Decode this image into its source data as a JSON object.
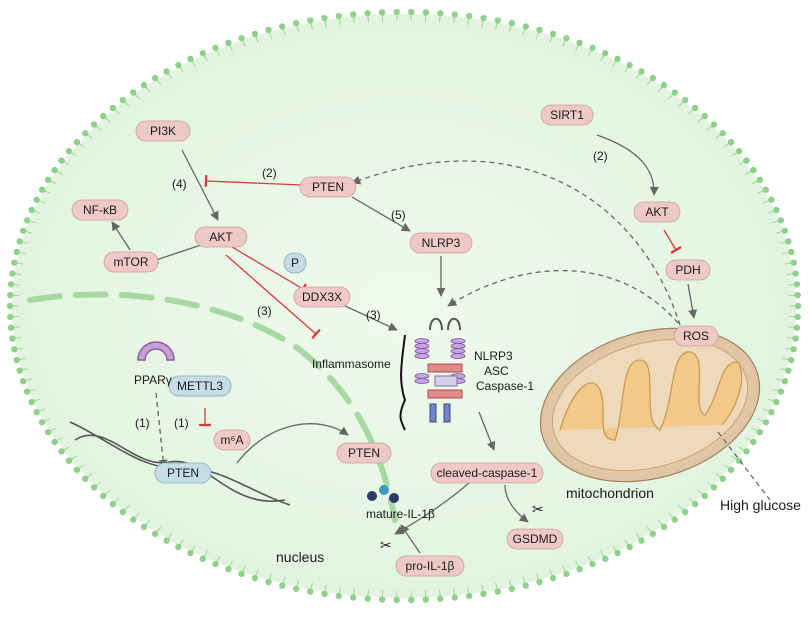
{
  "nodes": {
    "pi3k": "PI3K",
    "akt_left": "AKT",
    "mtor": "mTOR",
    "nfkb": "NF-κB",
    "pten_top": "PTEN",
    "p": "P",
    "ddx3x": "DDX3X",
    "nlrp3_node": "NLRP3",
    "sirt1": "SIRT1",
    "akt_right": "AKT",
    "pdh": "PDH",
    "ros": "ROS",
    "pparg": "PPARγ",
    "mettl3": "METTL3",
    "m6a": "m⁶A",
    "pten_nucleus": "PTEN",
    "pten_out": "PTEN",
    "cleaved_caspase": "cleaved-caspase-1",
    "mature_il1b": "mature-IL-1β",
    "gsdmd": "GSDMD",
    "pro_il1b": "pro-IL-1β"
  },
  "inflammasome": {
    "label": "Inflammasome",
    "components": [
      "NLRP3",
      "ASC",
      "Caspase-1"
    ]
  },
  "step_labels": {
    "s4": "(4)",
    "s2_left": "(2)",
    "s5": "(5)",
    "s2_right": "(2)",
    "s3_left": "(3)",
    "s3_mid": "(3)",
    "s1_left": "(1)",
    "s1_mid": "(1)"
  },
  "regions": {
    "nucleus": "nucleus",
    "mitochondrion": "mitochondrion",
    "high_glucose": "High glucose"
  },
  "colors": {
    "cell_fill": "#e6f6e4",
    "membrane": "#8fd18a",
    "node_fill": "#efc9c6",
    "node_blue": "#c6dde8",
    "inhibit": "#d33a3a",
    "arrow": "#666666",
    "mito_fill": "#ead2b4",
    "mito_inner": "#f2c987"
  }
}
